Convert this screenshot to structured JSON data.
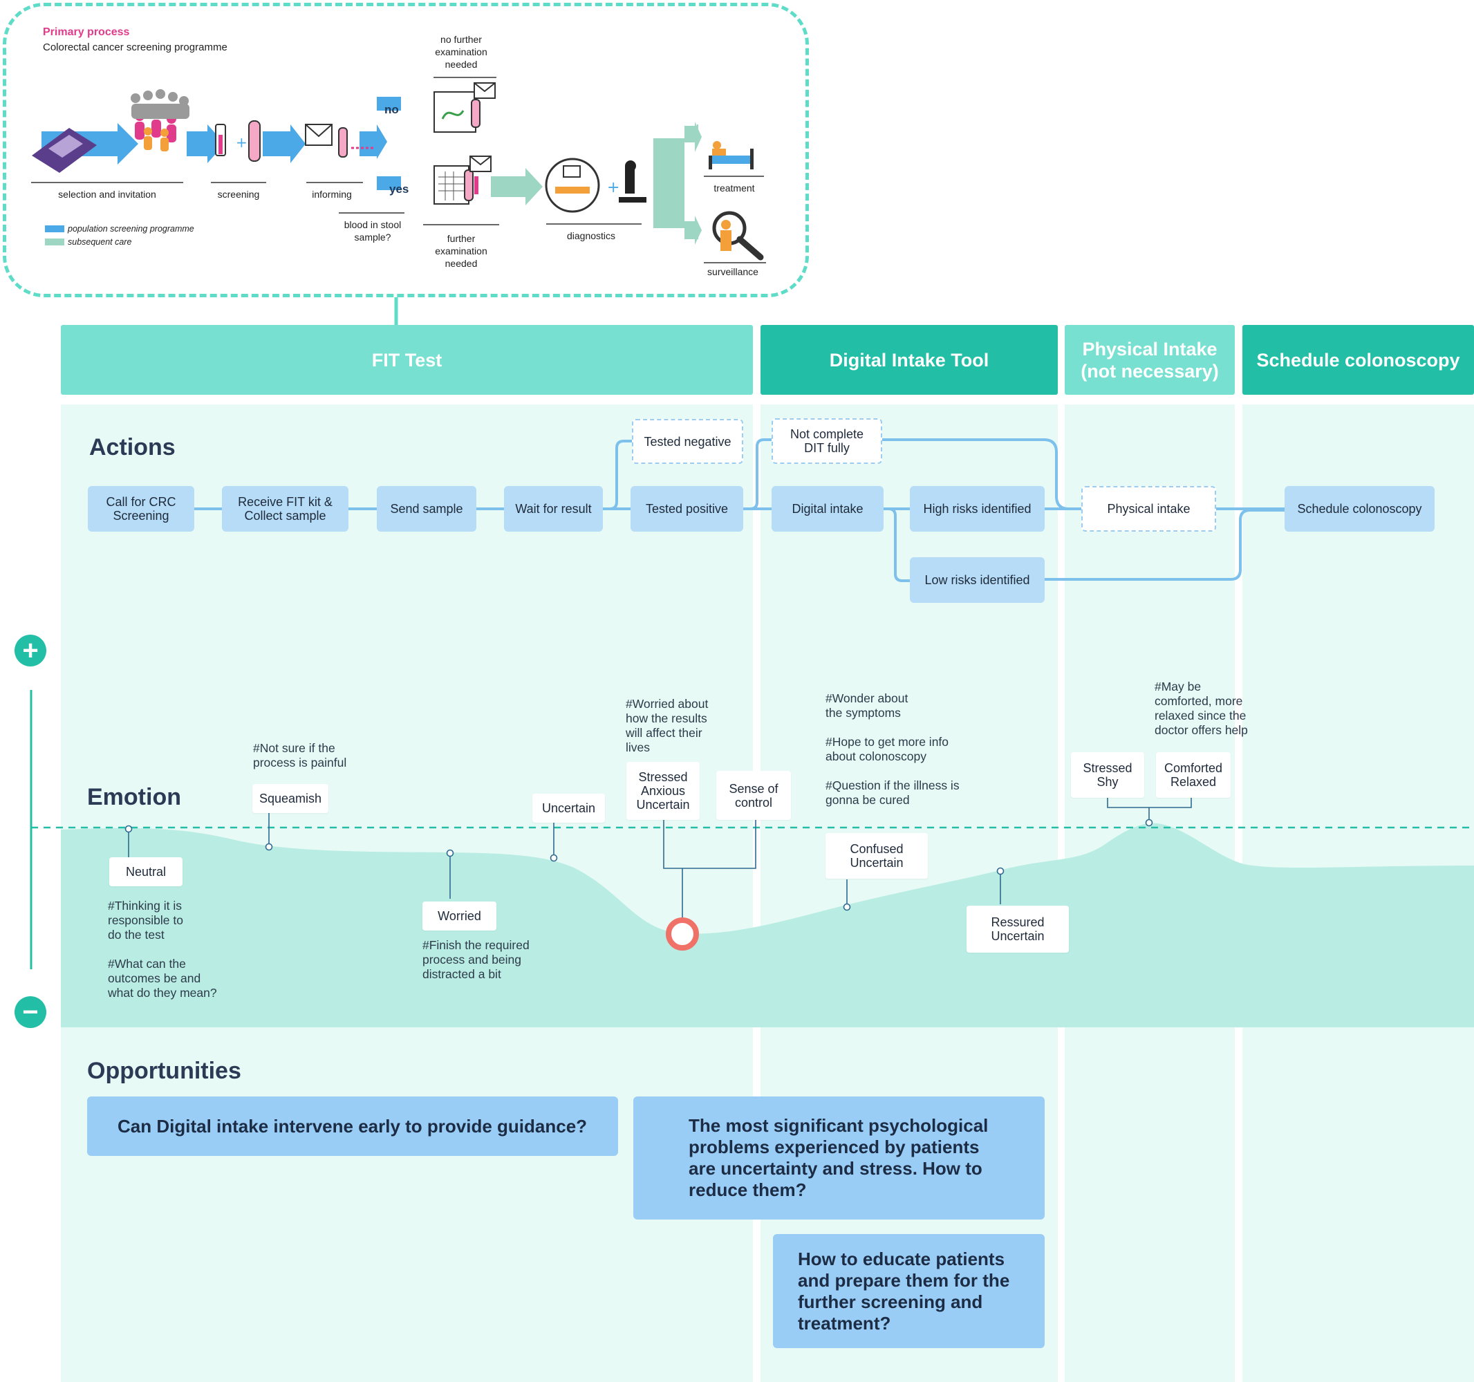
{
  "primary_process": {
    "title": "Primary process",
    "subtitle": "Colorectal cancer screening programme",
    "steps": {
      "selection": "selection and invitation",
      "screening": "screening",
      "informing": "informing",
      "blood": "blood in stool\nsample?",
      "no": "no",
      "yes": "yes",
      "no_further": "no further\nexamination\nneeded",
      "further": "further\nexamination\nneeded",
      "diagnostics": "diagnostics",
      "treatment": "treatment",
      "surveillance": "surveillance"
    },
    "legend": {
      "population": "population screening programme",
      "subsequent": "subsequent care"
    },
    "colors": {
      "blue": "#4aa9e6",
      "green": "#9ed6c4",
      "pink": "#e03c8b"
    }
  },
  "phases": [
    {
      "label": "FIT Test",
      "color": "#77e0d0"
    },
    {
      "label": "Digital Intake Tool",
      "color": "#22bfa6"
    },
    {
      "label": "Physical Intake\n(not necessary)",
      "color": "#77e0d0"
    },
    {
      "label": "Schedule colonoscopy",
      "color": "#22bfa6"
    }
  ],
  "actions": {
    "title": "Actions",
    "items": {
      "call": "Call for CRC\nScreening",
      "receive": "Receive FIT kit &\nCollect sample",
      "send": "Send sample",
      "wait": "Wait for result",
      "negative": "Tested negative",
      "positive": "Tested positive",
      "not_complete": "Not complete\nDIT fully",
      "digital": "Digital intake",
      "high": "High risks identified",
      "low": "Low risks identified",
      "physical": "Physical intake",
      "schedule": "Schedule colonoscopy"
    }
  },
  "emotion": {
    "title": "Emotion",
    "tags": {
      "neutral": "Neutral",
      "squeamish": "Squeamish",
      "worried": "Worried",
      "uncertain": "Uncertain",
      "stressed": "Stressed\nAnxious\nUncertain",
      "control": "Sense of\ncontrol",
      "confused": "Confused\nUncertain",
      "ressured": "Ressured\nUncertain",
      "shy": "Stressed\nShy",
      "comforted": "Comforted\nRelaxed"
    },
    "notes": {
      "neutral": "#Thinking it is\nresponsible to\ndo the test\n\n#What can the\noutcomes be and\nwhat do they mean?",
      "squeamish": "#Not sure if the\nprocess is painful",
      "worried": "#Finish the required\nprocess and being\ndistracted a bit",
      "stressed": "#Worried about\nhow the results\nwill affect their\nlives",
      "digital": "#Wonder about\nthe symptoms\n\n#Hope to get more info\nabout colonoscopy\n\n#Question if the illness is\ngonna be cured",
      "physical": "#May be\ncomforted, more\nrelaxed since the\ndoctor offers help"
    },
    "plus": "+",
    "minus": "−"
  },
  "opportunities": {
    "title": "Opportunities",
    "items": [
      "Can Digital intake intervene early to provide guidance?",
      "The most significant psychological problems experienced by patients are uncertainty and stress. How to reduce them?",
      "How to educate patients and prepare them for the further screening and treatment?"
    ]
  }
}
